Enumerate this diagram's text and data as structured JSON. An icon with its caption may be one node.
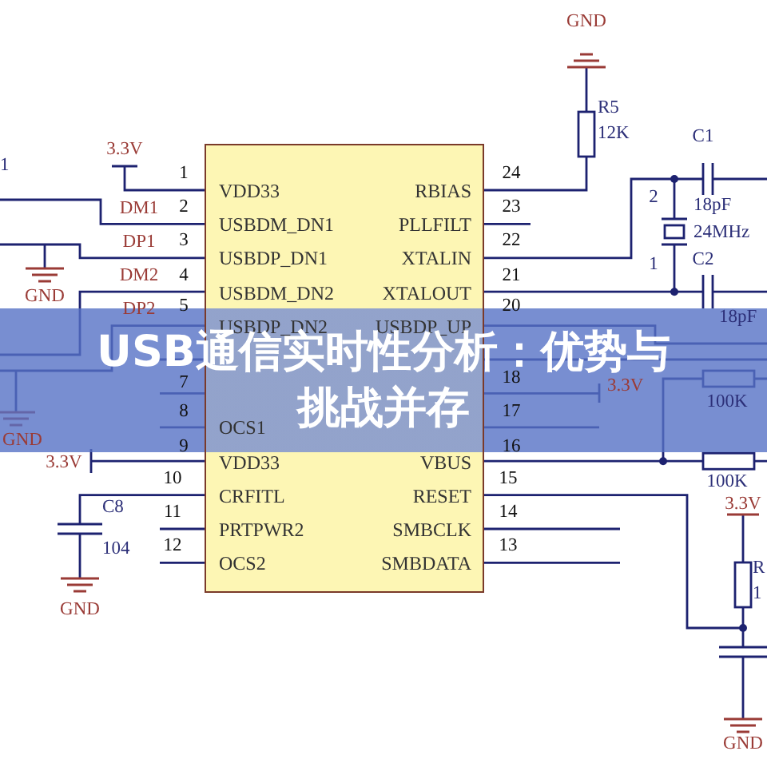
{
  "diagram": {
    "title": "USB通信实时性分析：优势与挑战并存",
    "nodes": [
      {
        "text": [
          "VDD33",
          "USBDM_DN1",
          "USBDP_DN1",
          "USBDM_DN2",
          "USBDP_DN2",
          "OCS1",
          "VDD33",
          "CRFITL",
          "PRTPWR2",
          "OCS2",
          "RBIAS",
          "PLLFILT",
          "XTALIN",
          "XTALOUT",
          "USBDP_UP",
          "VBUS",
          "RESET",
          "SMBCLK",
          "SMBDATA"
        ]
      }
    ],
    "labels": [
      "GND",
      "R5",
      "12K",
      "1",
      "C1",
      "3.3V",
      "1",
      "24",
      "DM1",
      "2",
      "23",
      "2",
      "18pF",
      "DP1",
      "3",
      "22",
      "24MHz",
      "GND",
      "DM2",
      "4",
      "21",
      "1",
      "C2",
      "DP2",
      "5",
      "20",
      "18pF",
      "7",
      "3.3V",
      "18",
      "100K",
      "8",
      "17",
      "GND",
      "3.3V",
      "9",
      "16",
      "10",
      "15",
      "100K",
      "C8",
      "11",
      "14",
      "104",
      "3.3V",
      "12",
      "13",
      "R",
      "1",
      "GND",
      "GND"
    ]
  }
}
